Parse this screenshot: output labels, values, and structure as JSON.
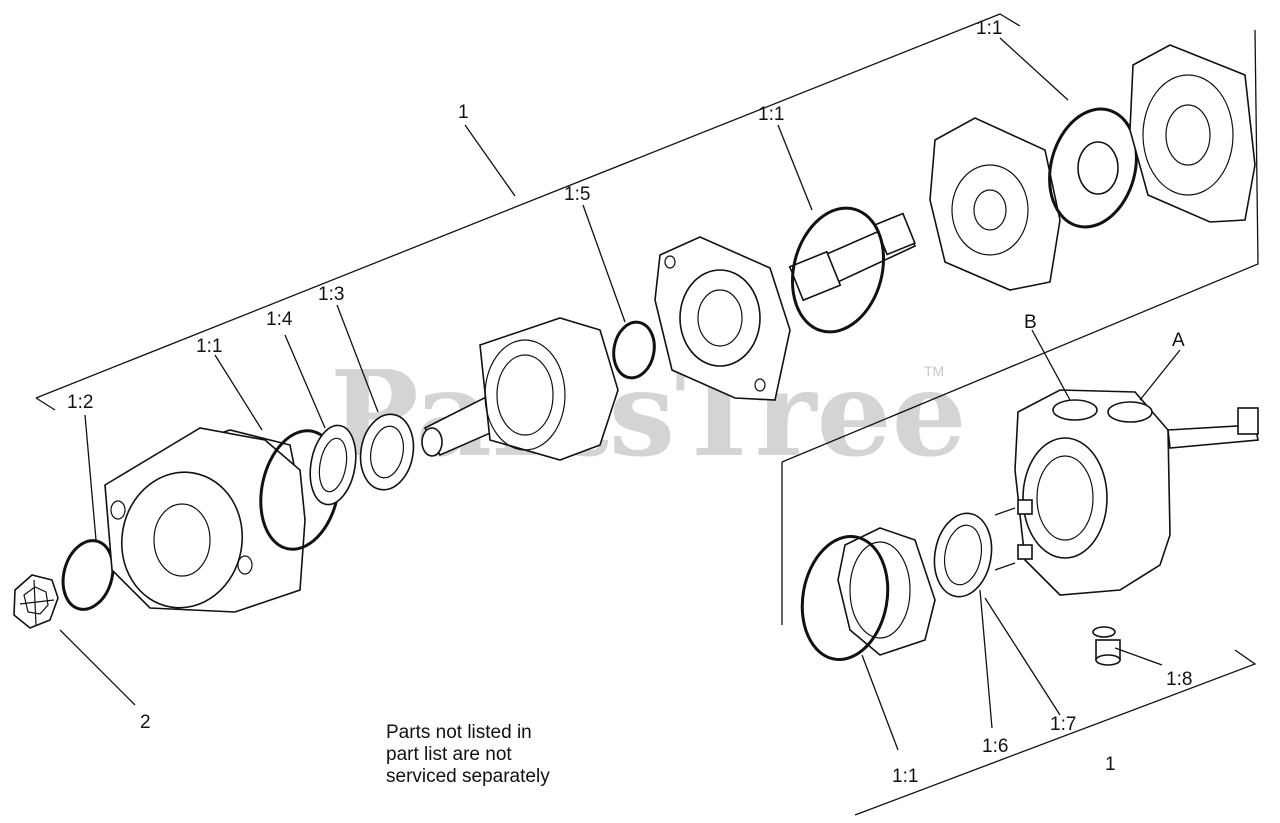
{
  "diagram": {
    "watermark": "PartsTree",
    "watermark_tm": "TM",
    "labels": {
      "assy_top": "1",
      "assy_bottom": "1",
      "item_2": "2",
      "c12": "1:2",
      "c11_left": "1:1",
      "c14": "1:4",
      "c13": "1:3",
      "c15": "1:5",
      "c11_mid": "1:1",
      "c11_top": "1:1",
      "port_b": "B",
      "port_a": "A",
      "c18": "1:8",
      "c17": "1:7",
      "c16": "1:6",
      "c11_bottom": "1:1"
    },
    "note_lines": [
      "Parts not listed in",
      "part list are not",
      "serviced separately"
    ]
  }
}
